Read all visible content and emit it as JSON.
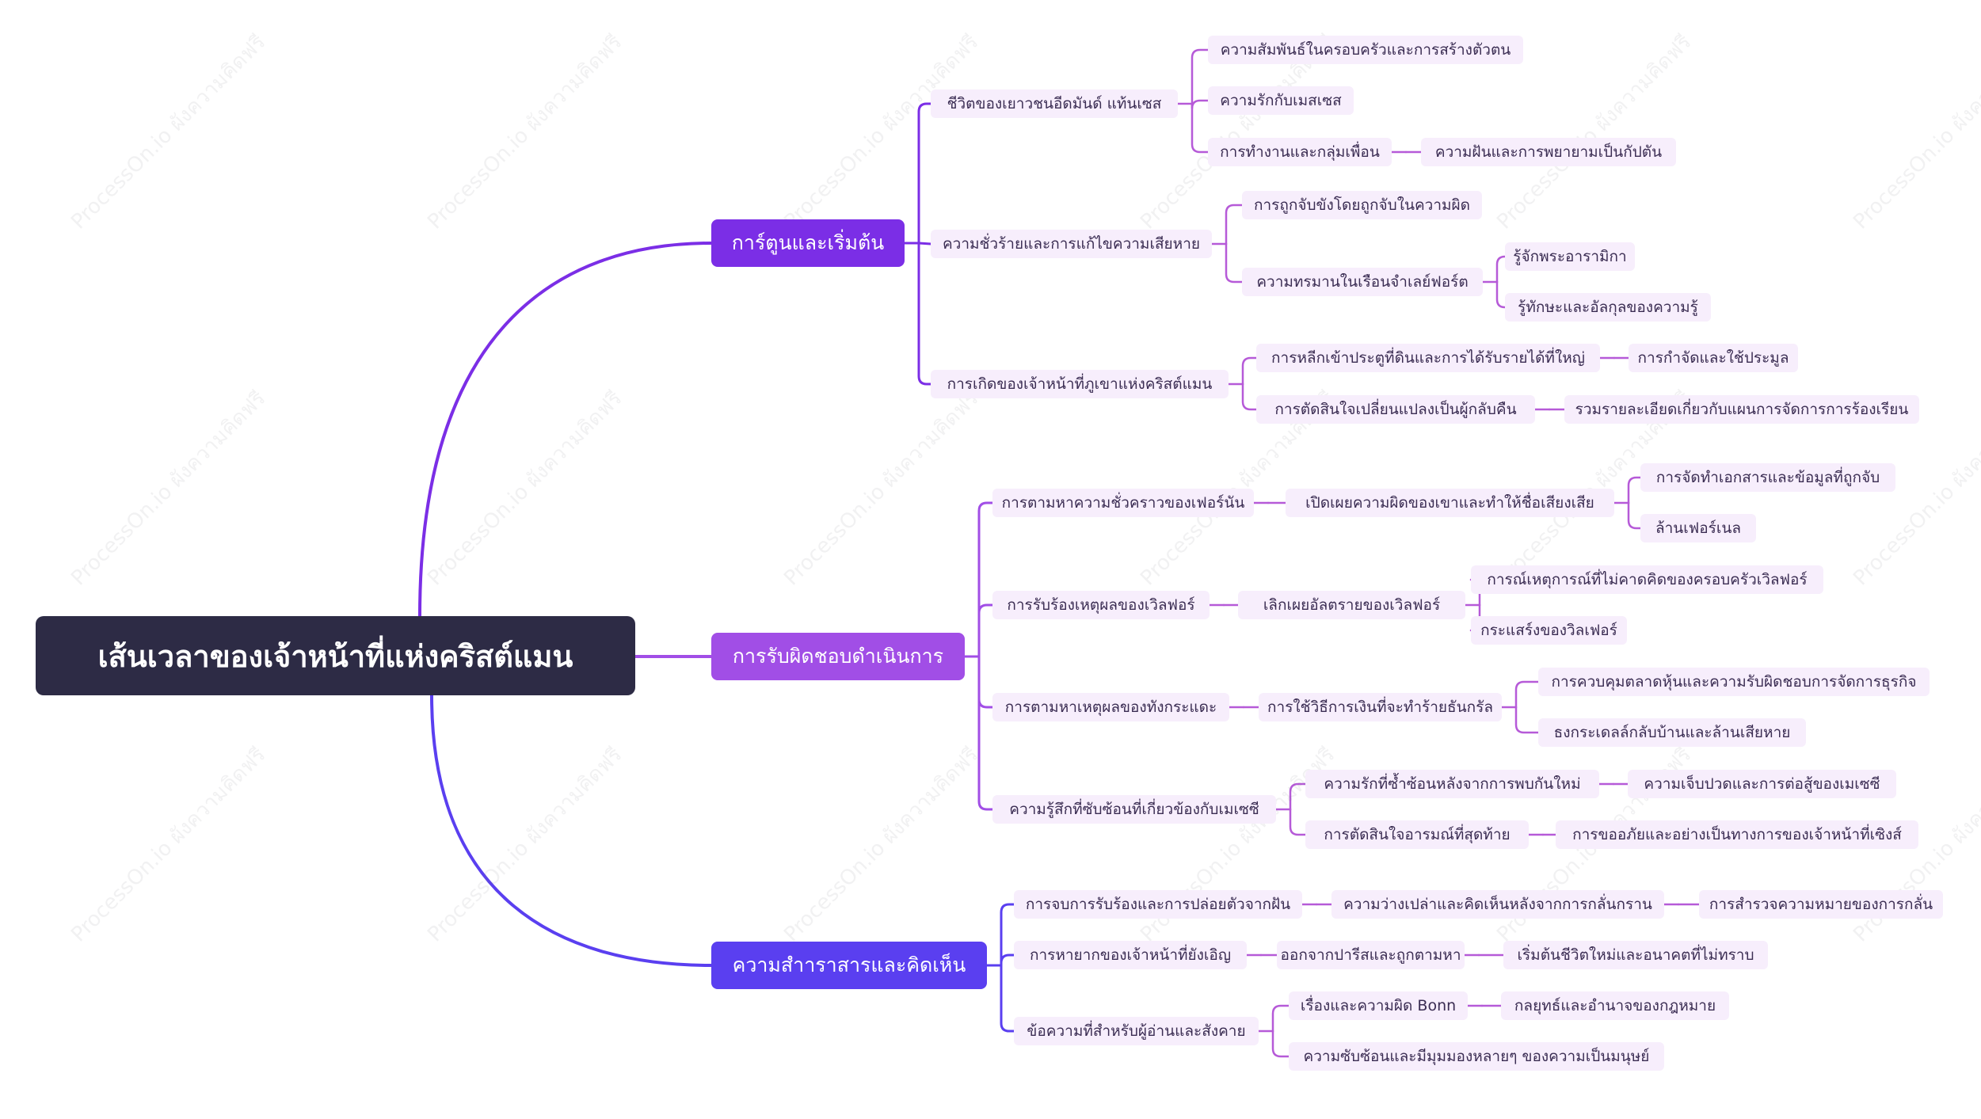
{
  "watermark": "ProcessOn.io ผังความคิดฟรี",
  "colors": {
    "root_bg": "#2d2b45",
    "branch1": "#7b2ee6",
    "branch2": "#a14ee6",
    "branch3": "#5a3ff0",
    "sub_bg": "#f7eefc",
    "sub_line": "#b65ad8"
  },
  "mindmap": {
    "root": "เส้นเวลาของเจ้าหน้าที่แห่งคริสต์แมน",
    "branches": [
      {
        "label": "การ์ตูนและเริ่มต้น",
        "children": [
          {
            "label": "ชีวิตของเยาวชนอีดมันด์ แท้นเซส",
            "children": [
              {
                "label": "ความสัมพันธ์ในครอบครัวและการสร้างตัวตน"
              },
              {
                "label": "ความรักกับเมสเซส"
              },
              {
                "label": "การทำงานและกลุ่มเพื่อน",
                "children": [
                  {
                    "label": "ความฝันและการพยายามเป็นกัปตัน"
                  }
                ]
              }
            ]
          },
          {
            "label": "ความชั่วร้ายและการแก้ไขความเสียหาย",
            "children": [
              {
                "label": "การถูกจับขังโดยถูกจับในความผิด"
              },
              {
                "label": "ความทรมานในเรือนจำเลย์ฟอร์ต",
                "children": [
                  {
                    "label": "รู้จักพระอารามิกา"
                  },
                  {
                    "label": "รู้ทักษะและอัลกุลของความรู้"
                  }
                ]
              }
            ]
          },
          {
            "label": "การเกิดของเจ้าหน้าที่ภูเขาแห่งคริสต์แมน",
            "children": [
              {
                "label": "การหลีกเข้าประตูที่ดินและการได้รับรายได้ที่ใหญ่",
                "children": [
                  {
                    "label": "การกำจัดและใช้ประมูล"
                  }
                ]
              },
              {
                "label": "การตัดสินใจเปลี่ยนแปลงเป็นผู้กลับคืน",
                "children": [
                  {
                    "label": "รวมรายละเอียดเกี่ยวกับแผนการจัดการการร้องเรียน"
                  }
                ]
              }
            ]
          }
        ]
      },
      {
        "label": "การรับผิดชอบดำเนินการ",
        "children": [
          {
            "label": "การตามหาความชั่วคราวของเฟอร์นัน",
            "children": [
              {
                "label": "เปิดเผยความผิดของเขาและทำให้ชื่อเสียงเสีย",
                "children": [
                  {
                    "label": "การจัดทำเอกสารและข้อมูลที่ถูกจับ"
                  },
                  {
                    "label": "ล้านเฟอร์เนล"
                  }
                ]
              }
            ]
          },
          {
            "label": "การรับร้องเหตุผลของเวิลฟอร์",
            "children": [
              {
                "label": "เลิกเผยอัลตรายของเวิลฟอร์",
                "children": [
                  {
                    "label": "การณ์เหตุการณ์ที่ไม่คาดคิดของครอบครัวเวิลฟอร์"
                  },
                  {
                    "label": "กระแสร์งของวิลเฟอร์"
                  }
                ]
              }
            ]
          },
          {
            "label": "การตามหาเหตุผลของทังกระแดะ",
            "children": [
              {
                "label": "การใช้วิธีการเงินที่จะทำร้ายธันกรัล",
                "children": [
                  {
                    "label": "การควบคุมตลาดหุ้นและความรับผิดชอบการจัดการธุรกิจ"
                  },
                  {
                    "label": "ธงกระเดลล์กลับบ้านและล้านเสียหาย"
                  }
                ]
              }
            ]
          },
          {
            "label": "ความรู้สึกที่ซับซ้อนที่เกี่ยวข้องกับเมเซซี",
            "children": [
              {
                "label": "ความรักที่ซ้ำซ้อนหลังจากการพบกันใหม่",
                "children": [
                  {
                    "label": "ความเจ็บปวดและการต่อสู้ของเมเซซี"
                  }
                ]
              },
              {
                "label": "การตัดสินใจอารมณ์ที่สุดท้าย",
                "children": [
                  {
                    "label": "การขออภัยและอย่างเป็นทางการของเจ้าหน้าที่เซิงส์"
                  }
                ]
              }
            ]
          }
        ]
      },
      {
        "label": "ความสำาราสารและคิดเห็น",
        "children": [
          {
            "label": "การจบการรับร้องและการปล่อยตัวจากฝัน",
            "children": [
              {
                "label": "ความว่างเปล่าและคิดเห็นหลังจากการกลั่นกราน",
                "children": [
                  {
                    "label": "การสำรวจความหมายของการกลั่น"
                  }
                ]
              }
            ]
          },
          {
            "label": "การหายากของเจ้าหน้าที่ยังเอิญ",
            "children": [
              {
                "label": "ออกจากปารีสและถูกตามหา",
                "children": [
                  {
                    "label": "เริ่มต้นชีวิตใหม่และอนาคตที่ไม่ทราบ"
                  }
                ]
              }
            ]
          },
          {
            "label": "ข้อความที่สำหรับผู้อ่านและสังคาย",
            "children": [
              {
                "label": "เรื่องและความผิด Bonn",
                "children": [
                  {
                    "label": "กลยุทธ์และอำนาจของกฎหมาย"
                  }
                ]
              },
              {
                "label": "ความซับซ้อนและมีมุมมองหลายๆ ของความเป็นมนุษย์"
              }
            ]
          }
        ]
      }
    ]
  }
}
